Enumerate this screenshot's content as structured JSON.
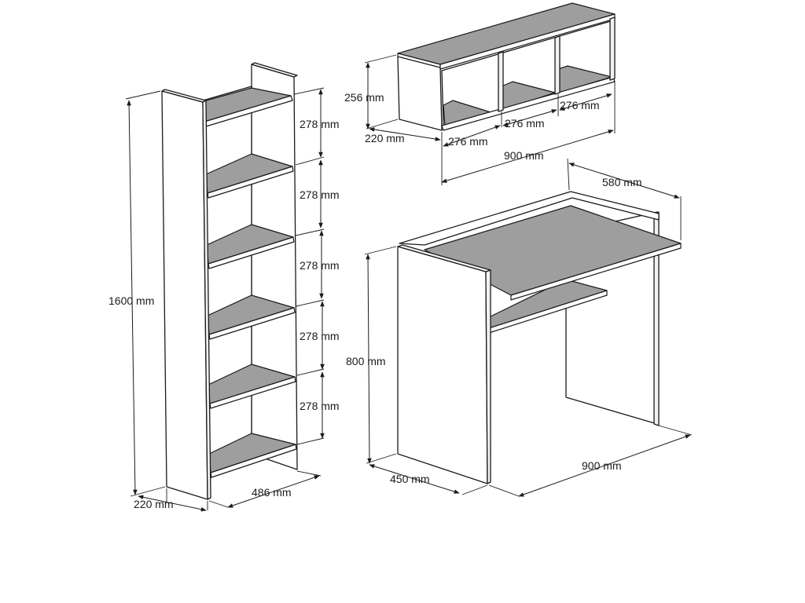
{
  "bookcase": {
    "height_label": "1600 mm",
    "depth_label": "220 mm",
    "width_label": "486 mm",
    "shelf_gap_labels": [
      "278 mm",
      "278 mm",
      "278 mm",
      "278 mm",
      "278 mm"
    ]
  },
  "wall_shelf": {
    "height_label": "256 mm",
    "depth_label": "220 mm",
    "compartment_labels": [
      "276 mm",
      "276 mm",
      "276 mm"
    ],
    "width_label": "900 mm"
  },
  "desk": {
    "depth_label": "580 mm",
    "height_label": "800 mm",
    "side_depth_label": "450 mm",
    "width_label": "900 mm"
  },
  "colors": {
    "board_surface": "#9e9e9e",
    "panel_face": "#ffffff",
    "line": "#1a1a1a"
  }
}
